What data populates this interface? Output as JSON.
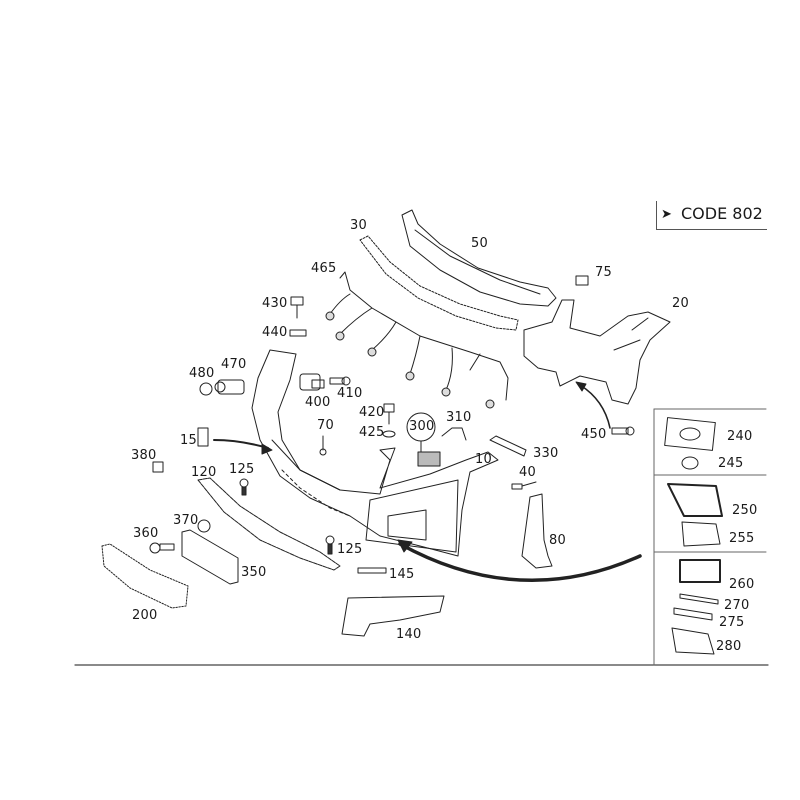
{
  "diagram": {
    "title": "Front bumper parts diagram",
    "code_label": "CODE 802",
    "code_arrow_icon": "arrow-right-icon",
    "parts": [
      {
        "number": "10",
        "name": "bumper-cover"
      },
      {
        "number": "15",
        "name": "tow-hook-cover"
      },
      {
        "number": "20",
        "name": "bumper-bracket"
      },
      {
        "number": "30",
        "name": "reinforcement-strip"
      },
      {
        "number": "40",
        "name": "pin"
      },
      {
        "number": "50",
        "name": "impact-absorber"
      },
      {
        "number": "70",
        "name": "clip"
      },
      {
        "number": "75",
        "name": "nut-clip"
      },
      {
        "number": "80",
        "name": "side-bracket"
      },
      {
        "number": "120",
        "name": "lower-spoiler"
      },
      {
        "number": "125",
        "name": "rivet"
      },
      {
        "number": "140",
        "name": "lower-panel"
      },
      {
        "number": "145",
        "name": "strip"
      },
      {
        "number": "200",
        "name": "grille-mesh"
      },
      {
        "number": "240",
        "name": "fog-lamp-grille"
      },
      {
        "number": "245",
        "name": "ring"
      },
      {
        "number": "250",
        "name": "side-grille"
      },
      {
        "number": "255",
        "name": "grille-frame"
      },
      {
        "number": "260",
        "name": "grille-insert"
      },
      {
        "number": "270",
        "name": "trim-strip"
      },
      {
        "number": "275",
        "name": "trim-bar"
      },
      {
        "number": "280",
        "name": "lamp-housing"
      },
      {
        "number": "300",
        "name": "washer-cover"
      },
      {
        "number": "310",
        "name": "wire-connector"
      },
      {
        "number": "330",
        "name": "side-trim"
      },
      {
        "number": "350",
        "name": "license-plate-base"
      },
      {
        "number": "360",
        "name": "bolt"
      },
      {
        "number": "370",
        "name": "grommet"
      },
      {
        "number": "380",
        "name": "square-nut"
      },
      {
        "number": "400",
        "name": "sensor-holder"
      },
      {
        "number": "410",
        "name": "screw"
      },
      {
        "number": "420",
        "name": "bolt"
      },
      {
        "number": "425",
        "name": "washer"
      },
      {
        "number": "430",
        "name": "bolt"
      },
      {
        "number": "440",
        "name": "clip"
      },
      {
        "number": "450",
        "name": "screw"
      },
      {
        "number": "465",
        "name": "wiring-harness"
      },
      {
        "number": "470",
        "name": "parking-sensor"
      },
      {
        "number": "480",
        "name": "sensor-ring"
      }
    ]
  }
}
